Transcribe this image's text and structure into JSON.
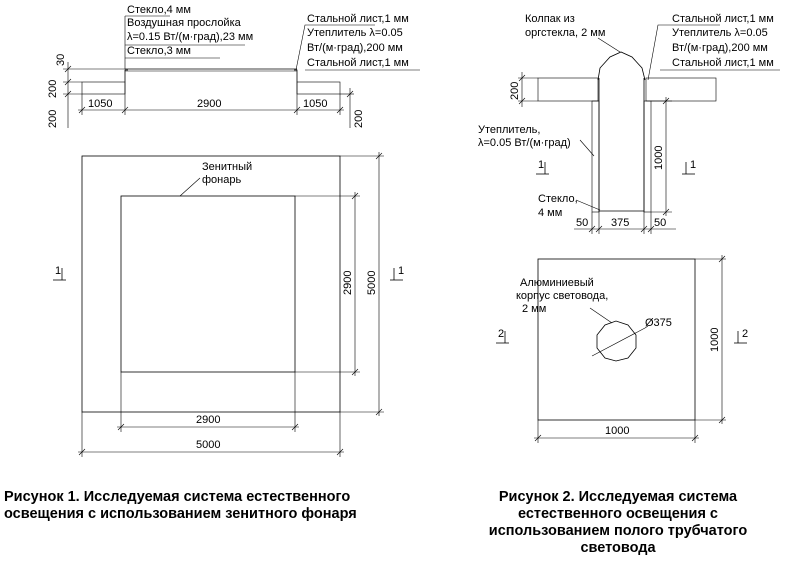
{
  "figure1": {
    "section": {
      "glass_top": "Стекло,4 мм",
      "air_gap": "Воздушная прослойка",
      "air_gap_lambda": "λ=0.15 Вт/(м·град),23 мм",
      "glass_bottom": "Стекло,3 мм",
      "steel_top": "Стальной лист,1 мм",
      "insulation": "Утеплитель λ=0.05",
      "insulation_thickness": "Вт/(м·град),200 мм",
      "steel_bottom": "Стальной лист,1 мм",
      "dim_30": "30",
      "dim_200_a": "200",
      "dim_200_b": "200",
      "dim_200_c": "200",
      "dim_1050_left": "1050",
      "dim_2900": "2900",
      "dim_1050_right": "1050"
    },
    "plan": {
      "label_line1": "Зенитный",
      "label_line2": "фонарь",
      "dim_inner_width": "2900",
      "dim_outer_width": "5000",
      "dim_inner_height": "2900",
      "dim_outer_height": "5000",
      "cut_left": "1",
      "cut_right": "1"
    },
    "caption_line1": "Рисунок 1. Исследуемая система естественного",
    "caption_line2": "освещения с использованием зенитного фонаря"
  },
  "figure2": {
    "section": {
      "dome_line1": "Колпак из",
      "dome_line2": "оргстекла, 2 мм",
      "steel_top": "Стальной лист,1 мм",
      "insulation": "Утеплитель λ=0.05",
      "insulation_thickness": "Вт/(м·град),200 мм",
      "steel_bottom": "Стальной лист,1 мм",
      "tube_insul_line1": "Утеплитель,",
      "tube_insul_line2": "λ=0.05 Вт/(м·град)",
      "glass_line1": "Стекло,",
      "glass_line2": "4 мм",
      "dim_200": "200",
      "dim_1000": "1000",
      "dim_50_left": "50",
      "dim_375": "375",
      "dim_50_right": "50",
      "cut_left": "1",
      "cut_right": "1"
    },
    "plan": {
      "housing_line1": "Алюминиевый",
      "housing_line2": "корпус световода,",
      "housing_line3": "2 мм",
      "diameter": "Ø375",
      "dim_height": "1000",
      "dim_width": "1000",
      "cut_left": "2",
      "cut_right": "2"
    },
    "caption_line1": "Рисунок 2. Исследуемая система",
    "caption_line2": "естественного освещения с",
    "caption_line3": "использованием полого трубчатого",
    "caption_line4": "световода"
  }
}
